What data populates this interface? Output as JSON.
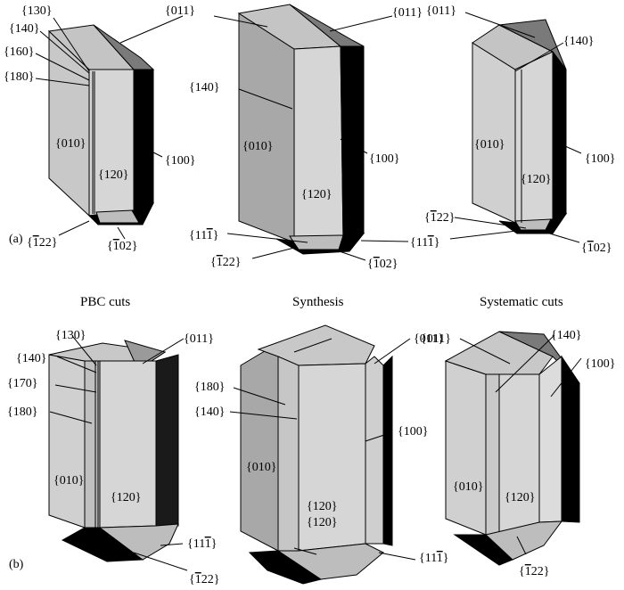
{
  "panel_labels": {
    "a": "(a)",
    "b": "(b)"
  },
  "column_titles": [
    "PBC cuts",
    "Synthesis",
    "Systematic cuts"
  ],
  "face_labels": {
    "f011": "{011}",
    "f140": "{140}",
    "f130": "{130}",
    "f160": "{160}",
    "f170": "{170}",
    "f180": "{180}",
    "f010": "{010}",
    "f120": "{120}",
    "f100": "{100}"
  },
  "overbar_labels": {
    "f122": {
      "pre": "{",
      "bar": "1",
      "post": "22}"
    },
    "f102": {
      "pre": "{",
      "bar": "1",
      "post": "02}"
    },
    "f111": {
      "pre": "{11",
      "bar": "1",
      "post": "}"
    }
  },
  "colors": {
    "face_light": "#d6d6d6",
    "face_mid": "#bdbdbd",
    "face_top": "#c4c4c4",
    "face_top_dark": "#7a7a7a",
    "face_dark": "#000000",
    "face_bottom": "#1a1a1a"
  }
}
